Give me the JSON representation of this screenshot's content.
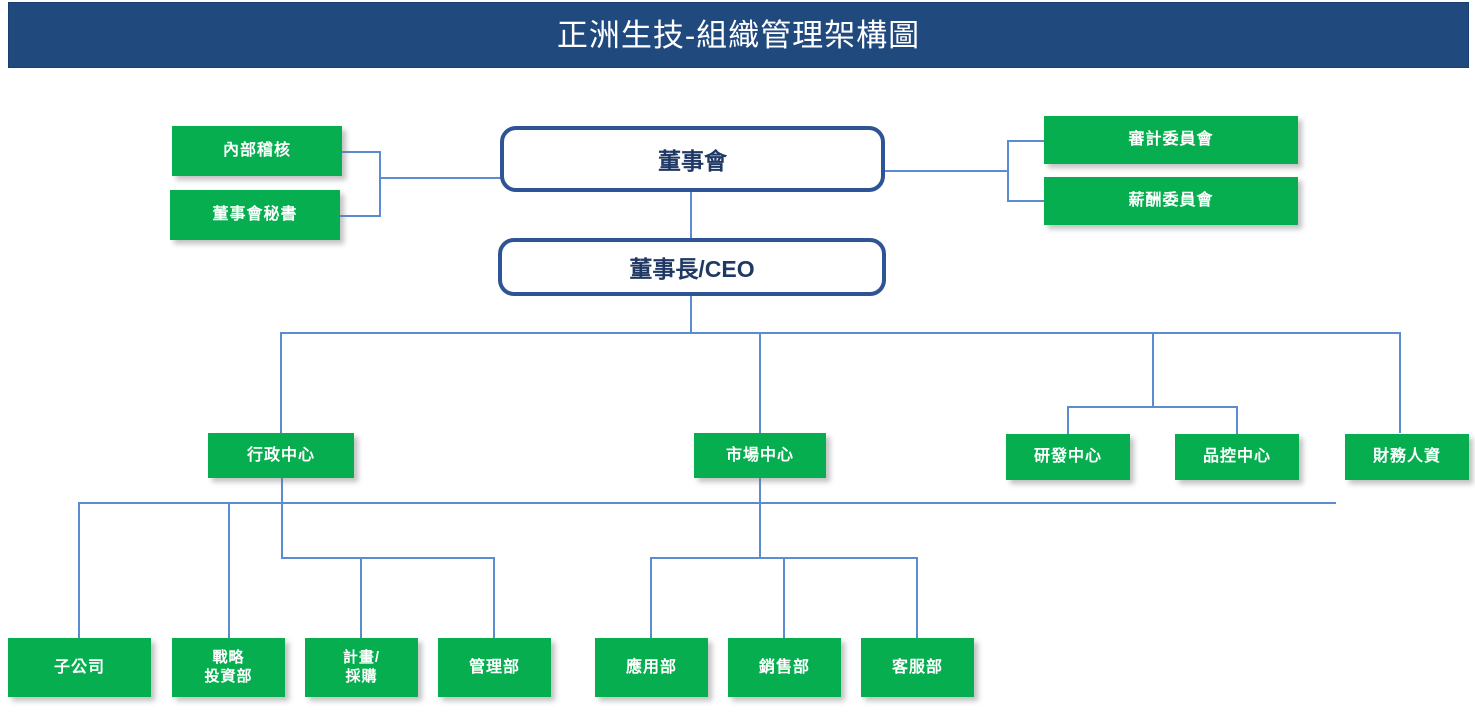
{
  "header": {
    "title": "正洲生技-組織管理架構圖",
    "background_color": "#20497E",
    "text_color": "#FFFFFF"
  },
  "theme": {
    "green_node_color": "#06AE4F",
    "green_node_text_color": "#FFFFFF",
    "round_node_border_color": "#2F5496",
    "round_node_text_color": "#1F3864",
    "connector_color": "#5B8BD0",
    "canvas_background": "#FFFFFF"
  },
  "chart_data": {
    "type": "diagram",
    "diagram_kind": "organization-chart",
    "title": "正洲生技-組織管理架構圖",
    "nodes": [
      {
        "id": "board",
        "label": "董事會",
        "shape": "rounded",
        "level": 0
      },
      {
        "id": "internal-audit",
        "label": "內部稽核",
        "shape": "rect",
        "level": 0,
        "side": "left"
      },
      {
        "id": "board-secretary",
        "label": "董事會秘書",
        "shape": "rect",
        "level": 0,
        "side": "left"
      },
      {
        "id": "audit-committee",
        "label": "審計委員會",
        "shape": "rect",
        "level": 0,
        "side": "right"
      },
      {
        "id": "comp-committee",
        "label": "薪酬委員會",
        "shape": "rect",
        "level": 0,
        "side": "right"
      },
      {
        "id": "chairman-ceo",
        "label": "董事長/CEO",
        "shape": "rounded",
        "level": 1
      },
      {
        "id": "admin-center",
        "label": "行政中心",
        "shape": "rect",
        "level": 2
      },
      {
        "id": "market-center",
        "label": "市場中心",
        "shape": "rect",
        "level": 2
      },
      {
        "id": "rd-center",
        "label": "研發中心",
        "shape": "rect",
        "level": 2
      },
      {
        "id": "qc-center",
        "label": "品控中心",
        "shape": "rect",
        "level": 2
      },
      {
        "id": "finance-hr",
        "label": "財務人資",
        "shape": "rect",
        "level": 2
      },
      {
        "id": "subsidiary",
        "label": "子公司",
        "shape": "rect",
        "level": 3
      },
      {
        "id": "strategic-invest",
        "label": "戰略\n投資部",
        "shape": "rect",
        "level": 3
      },
      {
        "id": "plan-procurement",
        "label": "計畫/\n採購",
        "shape": "rect",
        "level": 3
      },
      {
        "id": "management-dept",
        "label": "管理部",
        "shape": "rect",
        "level": 3
      },
      {
        "id": "application-dept",
        "label": "應用部",
        "shape": "rect",
        "level": 3
      },
      {
        "id": "sales-dept",
        "label": "銷售部",
        "shape": "rect",
        "level": 3
      },
      {
        "id": "service-dept",
        "label": "客服部",
        "shape": "rect",
        "level": 3
      }
    ],
    "edges": [
      {
        "from": "board",
        "to": "internal-audit"
      },
      {
        "from": "board",
        "to": "board-secretary"
      },
      {
        "from": "board",
        "to": "audit-committee"
      },
      {
        "from": "board",
        "to": "comp-committee"
      },
      {
        "from": "board",
        "to": "chairman-ceo"
      },
      {
        "from": "chairman-ceo",
        "to": "admin-center"
      },
      {
        "from": "chairman-ceo",
        "to": "market-center"
      },
      {
        "from": "chairman-ceo",
        "to": "rd-center"
      },
      {
        "from": "chairman-ceo",
        "to": "qc-center"
      },
      {
        "from": "chairman-ceo",
        "to": "finance-hr"
      },
      {
        "from": "admin-center",
        "to": "subsidiary"
      },
      {
        "from": "admin-center",
        "to": "strategic-invest"
      },
      {
        "from": "admin-center",
        "to": "plan-procurement"
      },
      {
        "from": "admin-center",
        "to": "management-dept"
      },
      {
        "from": "market-center",
        "to": "application-dept"
      },
      {
        "from": "market-center",
        "to": "sales-dept"
      },
      {
        "from": "market-center",
        "to": "service-dept"
      }
    ]
  },
  "nodes": {
    "board": "董事會",
    "chairman_ceo": "董事長/CEO",
    "internal_audit": "內部稽核",
    "board_secretary": "董事會秘書",
    "audit_committee": "審計委員會",
    "compensation_committee": "薪酬委員會",
    "admin_center": "行政中心",
    "market_center": "市場中心",
    "rd_center": "研發中心",
    "qc_center": "品控中心",
    "finance_hr": "財務人資",
    "subsidiary": "子公司",
    "strategic_invest_line1": "戰略",
    "strategic_invest_line2": "投資部",
    "plan_procurement_line1": "計畫/",
    "plan_procurement_line2": "採購",
    "management_dept": "管理部",
    "application_dept": "應用部",
    "sales_dept": "銷售部",
    "service_dept": "客服部"
  }
}
